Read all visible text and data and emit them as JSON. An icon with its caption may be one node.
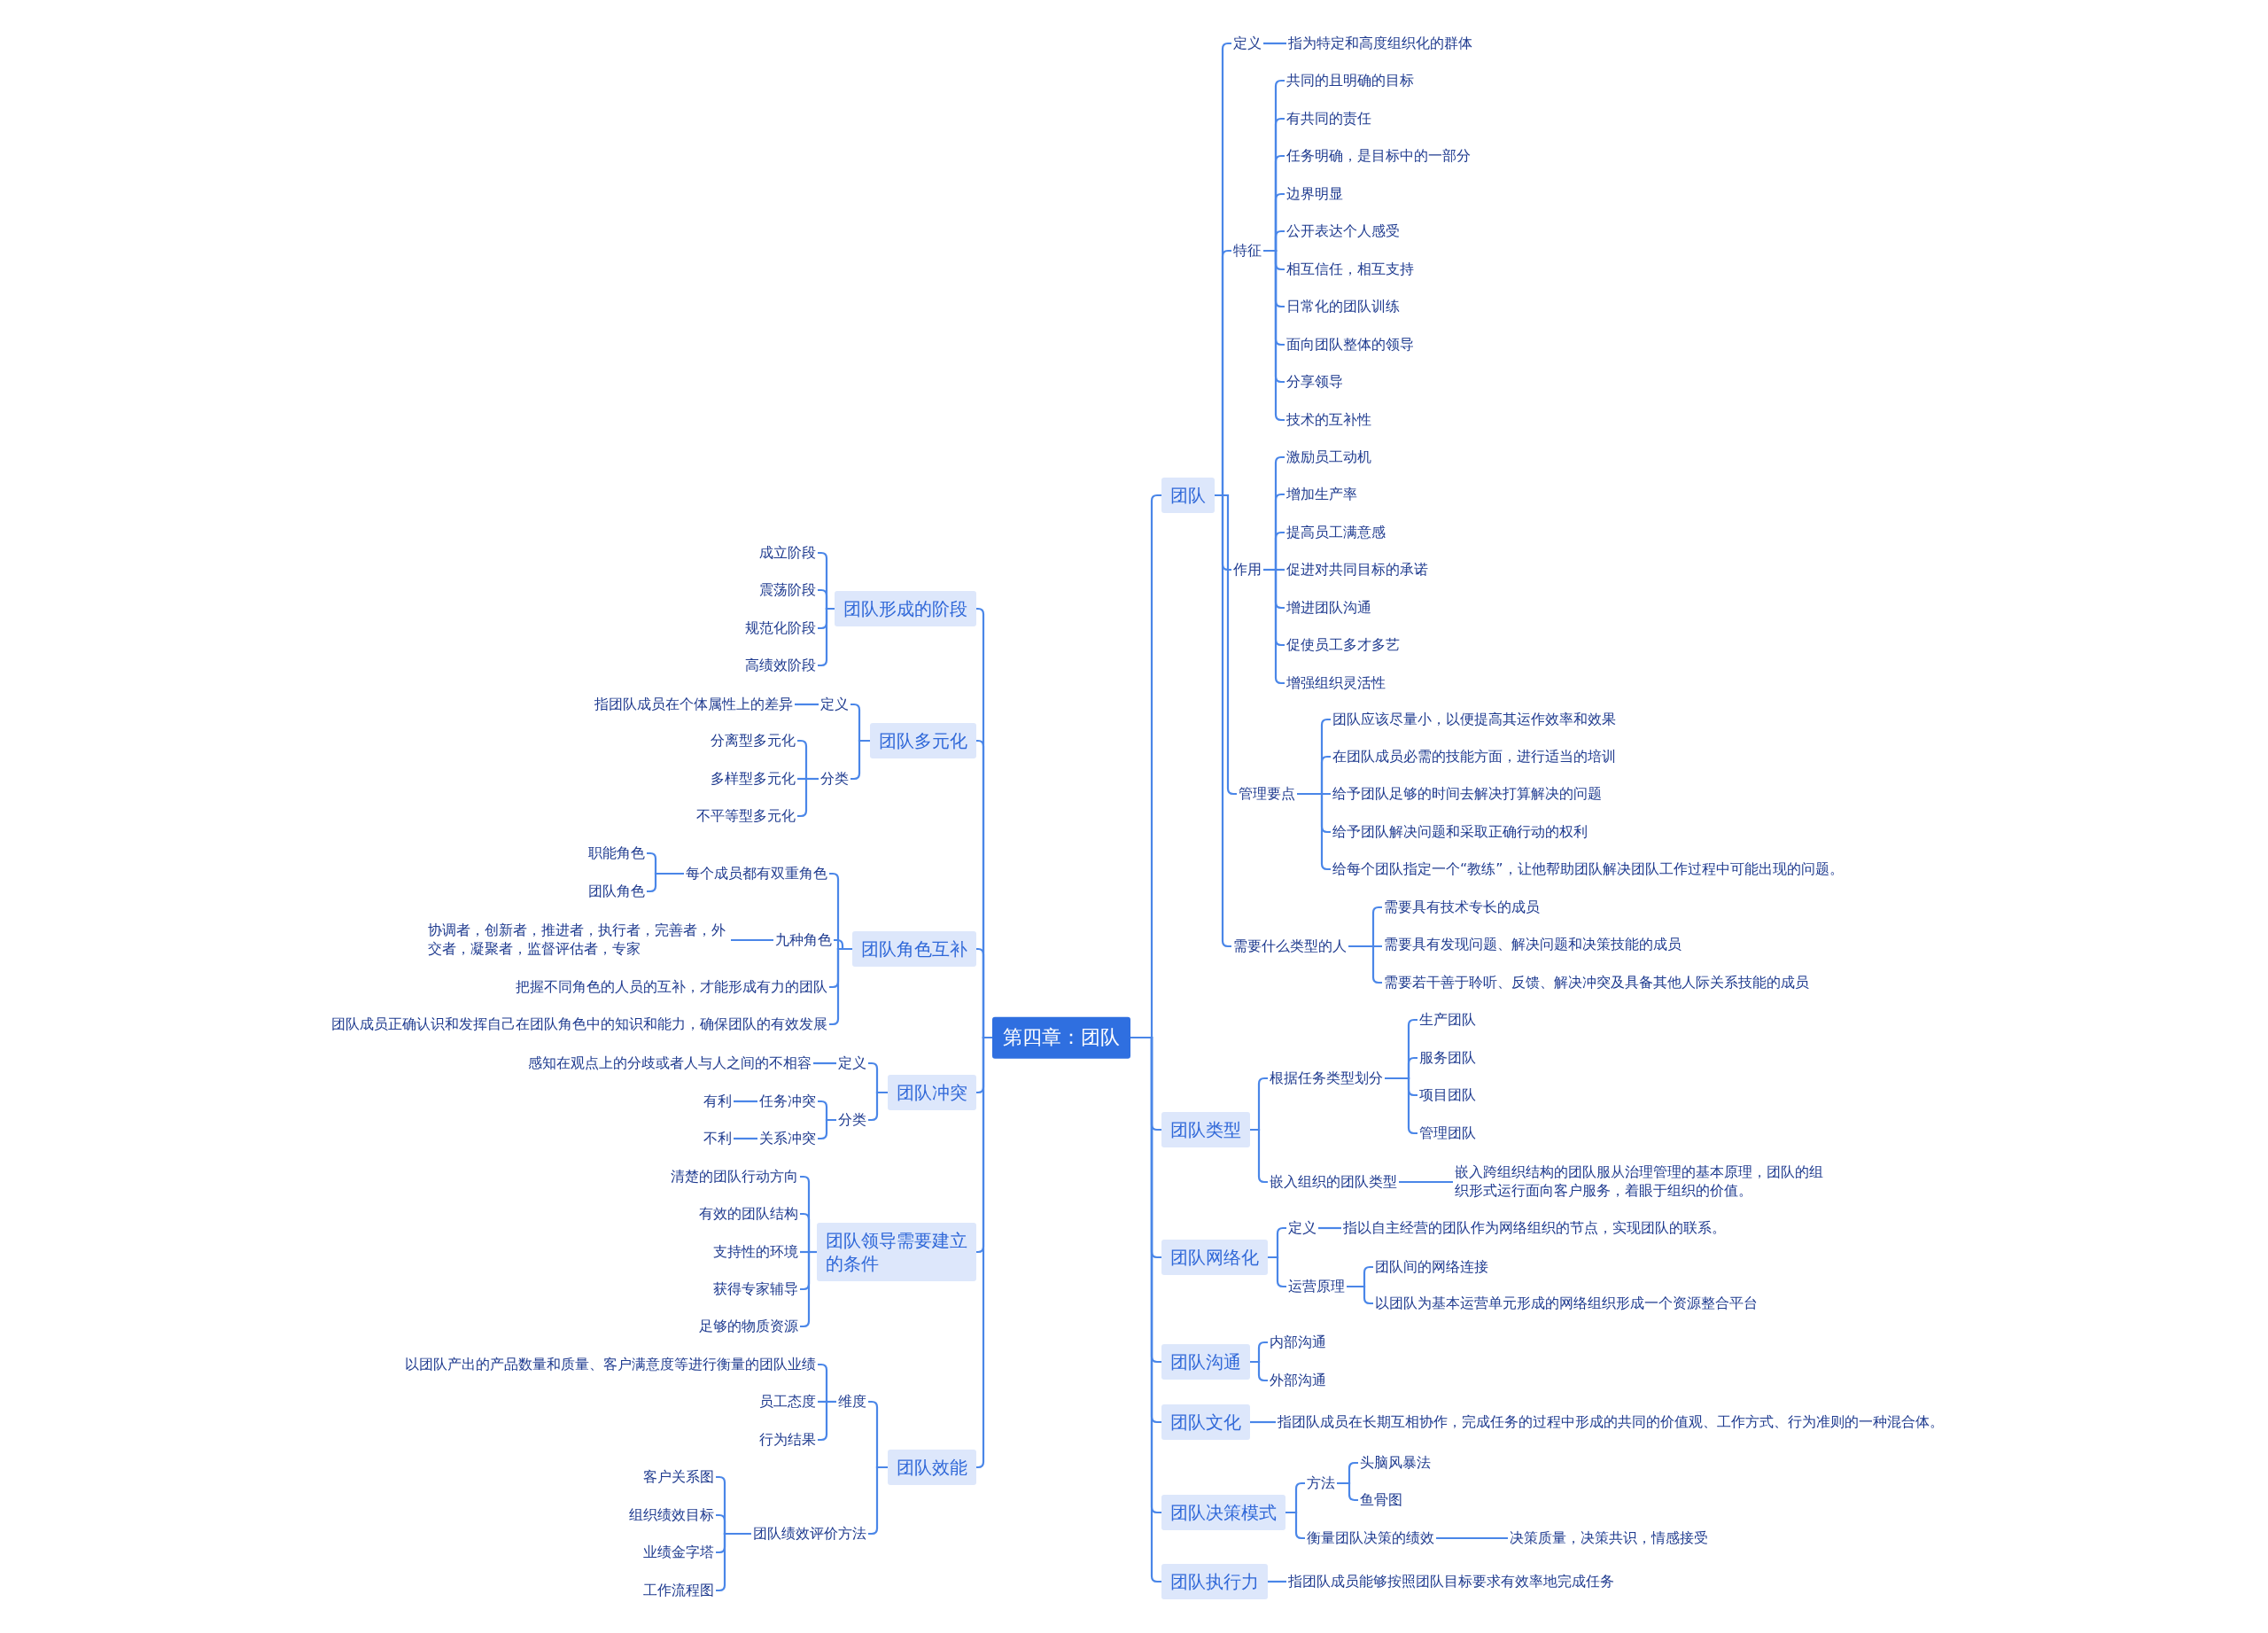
{
  "diagram": {
    "nodes": [
      {
        "text": [
          "第四章：团队"
        ]
      },
      {
        "text": [
          "团队"
        ]
      },
      {
        "text": [
          "定义"
        ]
      },
      {
        "text": [
          "指为特定和高度组织化的群体"
        ]
      },
      {
        "text": [
          "特征"
        ]
      },
      {
        "text": [
          "共同的且明确的目标"
        ]
      },
      {
        "text": [
          "有共同的责任"
        ]
      },
      {
        "text": [
          "任务明确，是目标中的一部分"
        ]
      },
      {
        "text": [
          "边界明显"
        ]
      },
      {
        "text": [
          "公开表达个人感受"
        ]
      },
      {
        "text": [
          "相互信任，相互支持"
        ]
      },
      {
        "text": [
          "日常化的团队训练"
        ]
      },
      {
        "text": [
          "面向团队整体的领导"
        ]
      },
      {
        "text": [
          "分享领导"
        ]
      },
      {
        "text": [
          "技术的互补性"
        ]
      },
      {
        "text": [
          "作用"
        ]
      },
      {
        "text": [
          "激励员工动机"
        ]
      },
      {
        "text": [
          "增加生产率"
        ]
      },
      {
        "text": [
          "提高员工满意感"
        ]
      },
      {
        "text": [
          "促进对共同目标的承诺"
        ]
      },
      {
        "text": [
          "增进团队沟通"
        ]
      },
      {
        "text": [
          "促使员工多才多艺"
        ]
      },
      {
        "text": [
          "增强组织灵活性"
        ]
      },
      {
        "text": [
          "管理要点"
        ]
      },
      {
        "text": [
          "团队应该尽量小，以便提高其运作效率和效果"
        ]
      },
      {
        "text": [
          "在团队成员必需的技能方面，进行适当的培训"
        ]
      },
      {
        "text": [
          "给予团队足够的时间去解决打算解决的问题"
        ]
      },
      {
        "text": [
          "给予团队解决问题和采取正确行动的权利"
        ]
      },
      {
        "text": [
          "给每个团队指定一个“教练”，让他帮助团队解决团队工作过程中可能出现的问题。"
        ]
      },
      {
        "text": [
          "需要什么类型的人"
        ]
      },
      {
        "text": [
          "需要具有技术专长的成员"
        ]
      },
      {
        "text": [
          "需要具有发现问题、解决问题和决策技能的成员"
        ]
      },
      {
        "text": [
          "需要若干善于聆听、反馈、解决冲突及具备其他人际关系技能的成员"
        ]
      },
      {
        "text": [
          "团队类型"
        ]
      },
      {
        "text": [
          "根据任务类型划分"
        ]
      },
      {
        "text": [
          "生产团队"
        ]
      },
      {
        "text": [
          "服务团队"
        ]
      },
      {
        "text": [
          "项目团队"
        ]
      },
      {
        "text": [
          "管理团队"
        ]
      },
      {
        "text": [
          "嵌入组织的团队类型"
        ]
      },
      {
        "text": [
          "嵌入跨组织结构的团队服从治理管理的基本原理，团队的组织形式运行面向客户服务，着眼于组织的价值。"
        ]
      },
      {
        "text": [
          "团队网络化"
        ]
      },
      {
        "text": [
          "定义"
        ]
      },
      {
        "text": [
          "指以自主经营的团队作为网络组织的节点，实现团队的联系。"
        ]
      },
      {
        "text": [
          "运营原理"
        ]
      },
      {
        "text": [
          "团队间的网络连接"
        ]
      },
      {
        "text": [
          "以团队为基本运营单元形成的网络组织形成一个资源整合平台"
        ]
      },
      {
        "text": [
          "团队沟通"
        ]
      },
      {
        "text": [
          "内部沟通"
        ]
      },
      {
        "text": [
          "外部沟通"
        ]
      },
      {
        "text": [
          "团队文化"
        ]
      },
      {
        "text": [
          "指团队成员在长期互相协作，完成任务的过程中形成的共同的价值观、工作方式、行为准则的一种混合体。"
        ]
      },
      {
        "text": [
          "团队决策模式"
        ]
      },
      {
        "text": [
          "方法"
        ]
      },
      {
        "text": [
          "头脑风暴法"
        ]
      },
      {
        "text": [
          "鱼骨图"
        ]
      },
      {
        "text": [
          "衡量团队决策的绩效"
        ]
      },
      {
        "text": [
          "决策质量，决策共识，情感接受"
        ]
      },
      {
        "text": [
          "团队执行力"
        ]
      },
      {
        "text": [
          "指团队成员能够按照团队目标要求有效率地完成任务"
        ]
      },
      {
        "text": [
          "团队形成的阶段"
        ]
      },
      {
        "text": [
          "成立阶段"
        ]
      },
      {
        "text": [
          "震荡阶段"
        ]
      },
      {
        "text": [
          "规范化阶段"
        ]
      },
      {
        "text": [
          "高绩效阶段"
        ]
      },
      {
        "text": [
          "团队多元化"
        ]
      },
      {
        "text": [
          "定义"
        ]
      },
      {
        "text": [
          "指团队成员在个体属性上的差异"
        ]
      },
      {
        "text": [
          "分类"
        ]
      },
      {
        "text": [
          "分离型多元化"
        ]
      },
      {
        "text": [
          "多样型多元化"
        ]
      },
      {
        "text": [
          "不平等型多元化"
        ]
      },
      {
        "text": [
          "团队角色互补"
        ]
      },
      {
        "text": [
          "每个成员都有双重角色"
        ]
      },
      {
        "text": [
          "职能角色"
        ]
      },
      {
        "text": [
          "团队角色"
        ]
      },
      {
        "text": [
          "九种角色"
        ]
      },
      {
        "text": [
          "协调者，创新者，推进者，执行者，完善者，外交者，凝聚者，监督评估者，专家"
        ]
      },
      {
        "text": [
          "把握不同角色的人员的互补，才能形成有力的团队"
        ]
      },
      {
        "text": [
          "团队成员正确认识和发挥自己在团队角色中的知识和能力，确保团队的有效发展"
        ]
      },
      {
        "text": [
          "团队冲突"
        ]
      },
      {
        "text": [
          "定义"
        ]
      },
      {
        "text": [
          "感知在观点上的分歧或者人与人之间的不相容"
        ]
      },
      {
        "text": [
          "分类"
        ]
      },
      {
        "text": [
          "任务冲突"
        ]
      },
      {
        "text": [
          "有利"
        ]
      },
      {
        "text": [
          "关系冲突"
        ]
      },
      {
        "text": [
          "不利"
        ]
      },
      {
        "text": [
          "团队领导需要建立的条件"
        ]
      },
      {
        "text": [
          "清楚的团队行动方向"
        ]
      },
      {
        "text": [
          "有效的团队结构"
        ]
      },
      {
        "text": [
          "支持性的环境"
        ]
      },
      {
        "text": [
          "获得专家辅导"
        ]
      },
      {
        "text": [
          "足够的物质资源"
        ]
      },
      {
        "text": [
          "团队效能"
        ]
      },
      {
        "text": [
          "维度"
        ]
      },
      {
        "text": [
          "以团队产出的产品数量和质量、客户满意度等进行衡量的团队业绩"
        ]
      },
      {
        "text": [
          "员工态度"
        ]
      },
      {
        "text": [
          "行为结果"
        ]
      },
      {
        "text": [
          "团队绩效评价方法"
        ]
      },
      {
        "text": [
          "客户关系图"
        ]
      },
      {
        "text": [
          "组织绩效目标"
        ]
      },
      {
        "text": [
          "业绩金字塔"
        ]
      },
      {
        "text": [
          "工作流程图"
        ]
      }
    ],
    "edges": [
      {
        "from": 0,
        "to": 1,
        "arrow": "none"
      },
      {
        "from": 0,
        "to": 33,
        "arrow": "none"
      },
      {
        "from": 0,
        "to": 41,
        "arrow": "none"
      },
      {
        "from": 0,
        "to": 47,
        "arrow": "none"
      },
      {
        "from": 0,
        "to": 50,
        "arrow": "none"
      },
      {
        "from": 0,
        "to": 52,
        "arrow": "none"
      },
      {
        "from": 0,
        "to": 58,
        "arrow": "none"
      },
      {
        "from": 0,
        "to": 60,
        "arrow": "none"
      },
      {
        "from": 0,
        "to": 65,
        "arrow": "none"
      },
      {
        "from": 0,
        "to": 72,
        "arrow": "none"
      },
      {
        "from": 0,
        "to": 80,
        "arrow": "none"
      },
      {
        "from": 0,
        "to": 88,
        "arrow": "none"
      },
      {
        "from": 0,
        "to": 94,
        "arrow": "none"
      },
      {
        "from": 1,
        "to": 2,
        "arrow": "none"
      },
      {
        "from": 2,
        "to": 3,
        "arrow": "none"
      },
      {
        "from": 1,
        "to": 4,
        "arrow": "none"
      },
      {
        "from": 4,
        "to": 5,
        "arrow": "none"
      },
      {
        "from": 4,
        "to": 6,
        "arrow": "none"
      },
      {
        "from": 4,
        "to": 7,
        "arrow": "none"
      },
      {
        "from": 4,
        "to": 8,
        "arrow": "none"
      },
      {
        "from": 4,
        "to": 9,
        "arrow": "none"
      },
      {
        "from": 4,
        "to": 10,
        "arrow": "none"
      },
      {
        "from": 4,
        "to": 11,
        "arrow": "none"
      },
      {
        "from": 4,
        "to": 12,
        "arrow": "none"
      },
      {
        "from": 4,
        "to": 13,
        "arrow": "none"
      },
      {
        "from": 4,
        "to": 14,
        "arrow": "none"
      },
      {
        "from": 1,
        "to": 15,
        "arrow": "none"
      },
      {
        "from": 15,
        "to": 16,
        "arrow": "none"
      },
      {
        "from": 15,
        "to": 17,
        "arrow": "none"
      },
      {
        "from": 15,
        "to": 18,
        "arrow": "none"
      },
      {
        "from": 15,
        "to": 19,
        "arrow": "none"
      },
      {
        "from": 15,
        "to": 20,
        "arrow": "none"
      },
      {
        "from": 15,
        "to": 21,
        "arrow": "none"
      },
      {
        "from": 15,
        "to": 22,
        "arrow": "none"
      },
      {
        "from": 1,
        "to": 23,
        "arrow": "none"
      },
      {
        "from": 23,
        "to": 24,
        "arrow": "none"
      },
      {
        "from": 23,
        "to": 25,
        "arrow": "none"
      },
      {
        "from": 23,
        "to": 26,
        "arrow": "none"
      },
      {
        "from": 23,
        "to": 27,
        "arrow": "none"
      },
      {
        "from": 23,
        "to": 28,
        "arrow": "none"
      },
      {
        "from": 1,
        "to": 29,
        "arrow": "none"
      },
      {
        "from": 29,
        "to": 30,
        "arrow": "none"
      },
      {
        "from": 29,
        "to": 31,
        "arrow": "none"
      },
      {
        "from": 29,
        "to": 32,
        "arrow": "none"
      },
      {
        "from": 33,
        "to": 34,
        "arrow": "none"
      },
      {
        "from": 34,
        "to": 35,
        "arrow": "none"
      },
      {
        "from": 34,
        "to": 36,
        "arrow": "none"
      },
      {
        "from": 34,
        "to": 37,
        "arrow": "none"
      },
      {
        "from": 34,
        "to": 38,
        "arrow": "none"
      },
      {
        "from": 33,
        "to": 39,
        "arrow": "none"
      },
      {
        "from": 39,
        "to": 40,
        "arrow": "none"
      },
      {
        "from": 41,
        "to": 42,
        "arrow": "none"
      },
      {
        "from": 42,
        "to": 43,
        "arrow": "none"
      },
      {
        "from": 41,
        "to": 44,
        "arrow": "none"
      },
      {
        "from": 44,
        "to": 45,
        "arrow": "none"
      },
      {
        "from": 44,
        "to": 46,
        "arrow": "none"
      },
      {
        "from": 47,
        "to": 48,
        "arrow": "none"
      },
      {
        "from": 47,
        "to": 49,
        "arrow": "none"
      },
      {
        "from": 50,
        "to": 51,
        "arrow": "none"
      },
      {
        "from": 52,
        "to": 53,
        "arrow": "none"
      },
      {
        "from": 53,
        "to": 54,
        "arrow": "none"
      },
      {
        "from": 53,
        "to": 55,
        "arrow": "none"
      },
      {
        "from": 52,
        "to": 56,
        "arrow": "none"
      },
      {
        "from": 56,
        "to": 57,
        "arrow": "none"
      },
      {
        "from": 58,
        "to": 59,
        "arrow": "none"
      },
      {
        "from": 60,
        "to": 61,
        "arrow": "none"
      },
      {
        "from": 60,
        "to": 62,
        "arrow": "none"
      },
      {
        "from": 60,
        "to": 63,
        "arrow": "none"
      },
      {
        "from": 60,
        "to": 64,
        "arrow": "none"
      },
      {
        "from": 65,
        "to": 66,
        "arrow": "none"
      },
      {
        "from": 66,
        "to": 67,
        "arrow": "none"
      },
      {
        "from": 65,
        "to": 68,
        "arrow": "none"
      },
      {
        "from": 68,
        "to": 69,
        "arrow": "none"
      },
      {
        "from": 68,
        "to": 70,
        "arrow": "none"
      },
      {
        "from": 68,
        "to": 71,
        "arrow": "none"
      },
      {
        "from": 72,
        "to": 73,
        "arrow": "none"
      },
      {
        "from": 73,
        "to": 74,
        "arrow": "none"
      },
      {
        "from": 73,
        "to": 75,
        "arrow": "none"
      },
      {
        "from": 72,
        "to": 76,
        "arrow": "none"
      },
      {
        "from": 76,
        "to": 77,
        "arrow": "none"
      },
      {
        "from": 72,
        "to": 78,
        "arrow": "none"
      },
      {
        "from": 72,
        "to": 79,
        "arrow": "none"
      },
      {
        "from": 80,
        "to": 81,
        "arrow": "none"
      },
      {
        "from": 81,
        "to": 82,
        "arrow": "none"
      },
      {
        "from": 80,
        "to": 83,
        "arrow": "none"
      },
      {
        "from": 83,
        "to": 84,
        "arrow": "none"
      },
      {
        "from": 84,
        "to": 85,
        "arrow": "none"
      },
      {
        "from": 83,
        "to": 86,
        "arrow": "none"
      },
      {
        "from": 86,
        "to": 87,
        "arrow": "none"
      },
      {
        "from": 88,
        "to": 89,
        "arrow": "none"
      },
      {
        "from": 88,
        "to": 90,
        "arrow": "none"
      },
      {
        "from": 88,
        "to": 91,
        "arrow": "none"
      },
      {
        "from": 88,
        "to": 92,
        "arrow": "none"
      },
      {
        "from": 88,
        "to": 93,
        "arrow": "none"
      },
      {
        "from": 94,
        "to": 95,
        "arrow": "none"
      },
      {
        "from": 95,
        "to": 96,
        "arrow": "none"
      },
      {
        "from": 95,
        "to": 97,
        "arrow": "none"
      },
      {
        "from": 95,
        "to": 98,
        "arrow": "none"
      },
      {
        "from": 94,
        "to": 99,
        "arrow": "none"
      },
      {
        "from": 99,
        "to": 100,
        "arrow": "none"
      },
      {
        "from": 99,
        "to": 101,
        "arrow": "none"
      },
      {
        "from": 99,
        "to": 102,
        "arrow": "none"
      },
      {
        "from": 99,
        "to": 103,
        "arrow": "none"
      }
    ]
  }
}
